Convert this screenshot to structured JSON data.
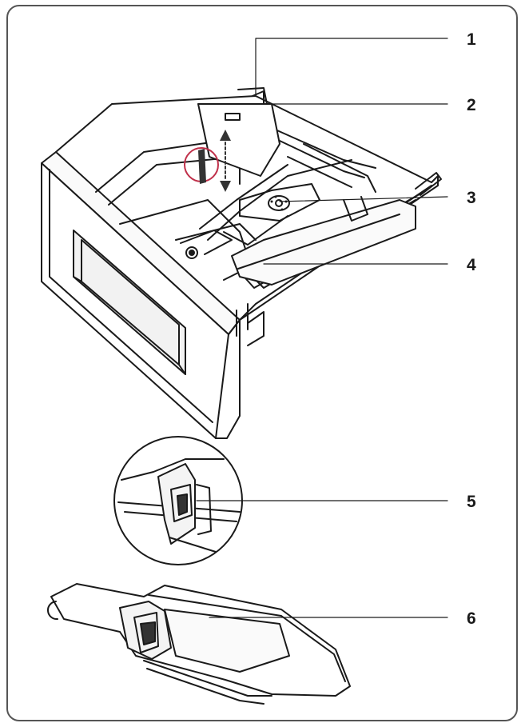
{
  "diagram": {
    "callouts": [
      {
        "id": "1",
        "label": "1"
      },
      {
        "id": "2",
        "label": "2"
      },
      {
        "id": "3",
        "label": "3"
      },
      {
        "id": "4",
        "label": "4"
      },
      {
        "id": "5",
        "label": "5"
      },
      {
        "id": "6",
        "label": "6"
      }
    ],
    "colors": {
      "outline": "#1a1a1a",
      "frame": "#555555",
      "highlight": "#c0304a",
      "arrow": "#333333"
    }
  }
}
